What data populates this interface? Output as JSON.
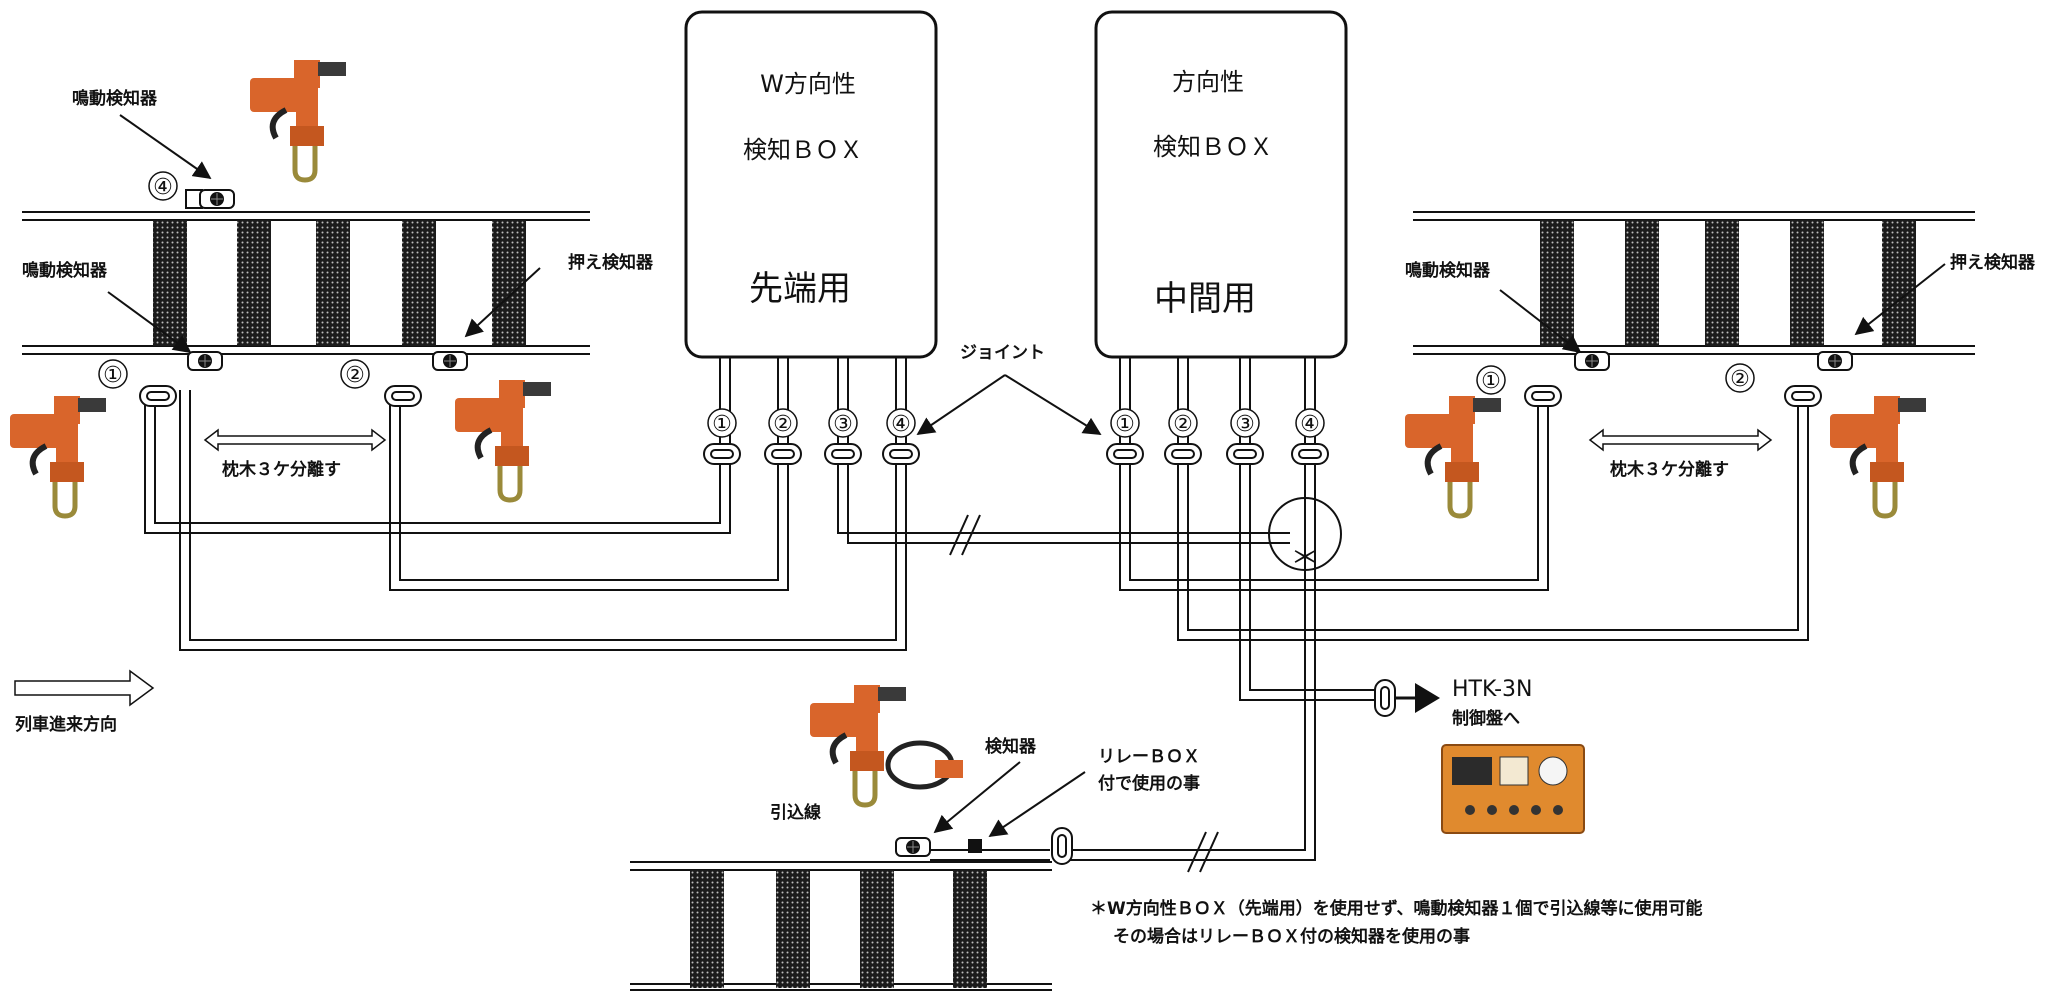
{
  "boxes": {
    "w_box": {
      "line1": "W方向性",
      "line2": "検知ＢＯＸ",
      "line3": "先端用"
    },
    "m_box": {
      "line1": "方向性",
      "line2": "検知ＢＯＸ",
      "line3": "中間用"
    }
  },
  "labels": {
    "vibration_detector": "鳴動検知器",
    "press_detector": "押え検知器",
    "joint": "ジョイント",
    "sleeper_sep": "枕木３ケ分離す",
    "train_direction": "列車進来方向",
    "detector": "検知器",
    "relay_box_line1": "リレーＢＯＸ",
    "relay_box_line2": "付で使用の事",
    "lead_line": "引込線",
    "htk_model": "HTK-3N",
    "to_panel": "制御盤へ",
    "note_line1": "＊W方向性ＢＯＸ（先端用）を使用せず、鳴動検知器１個で引込線等に使用可能",
    "note_line2": "その場合はリレーＢＯＸ付の検知器を使用の事",
    "asterisk": "＊"
  },
  "markers": {
    "n1": "①",
    "n2": "②",
    "n3": "③",
    "n4": "④"
  },
  "colors": {
    "device_orange": "#d9652b",
    "device_dark": "#3a3a3a",
    "sleeper": "#2a2a2a",
    "panel_orange": "#e08a2e"
  }
}
